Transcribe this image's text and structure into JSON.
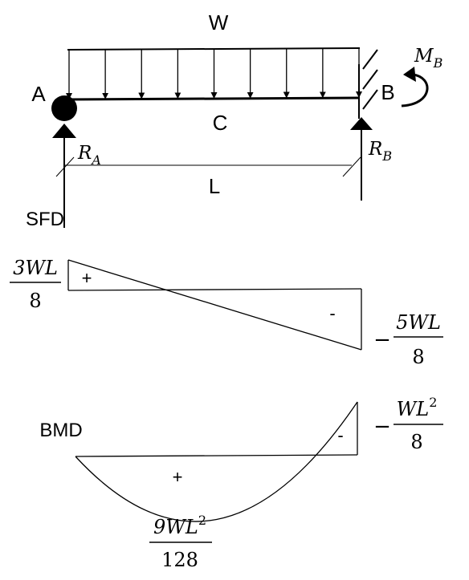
{
  "load": {
    "label": "W",
    "arrow_count": 9
  },
  "beam": {
    "end_a": "A",
    "end_b": "B",
    "midpoint": "C",
    "span": "L",
    "moment_symbol": "M",
    "moment_subscript": "B",
    "reaction_a_symbol": "R",
    "reaction_a_subscript": "A",
    "reaction_b_symbol": "R",
    "reaction_b_subscript": "B"
  },
  "sfd": {
    "title": "SFD",
    "left_value": {
      "numerator": "3WL",
      "denominator": "8"
    },
    "right_value": {
      "sign": "−",
      "numerator": "5WL",
      "denominator": "8"
    },
    "positive_sign": "+",
    "negative_sign": "-"
  },
  "bmd": {
    "title": "BMD",
    "max_value": {
      "numerator": "9WL",
      "exponent": "2",
      "denominator": "128"
    },
    "end_value": {
      "sign": "−",
      "numerator": "WL",
      "exponent": "2",
      "denominator": "8"
    },
    "positive_sign": "+",
    "negative_sign": "-"
  },
  "colors": {
    "ink": "#000000",
    "background": "#ffffff"
  }
}
